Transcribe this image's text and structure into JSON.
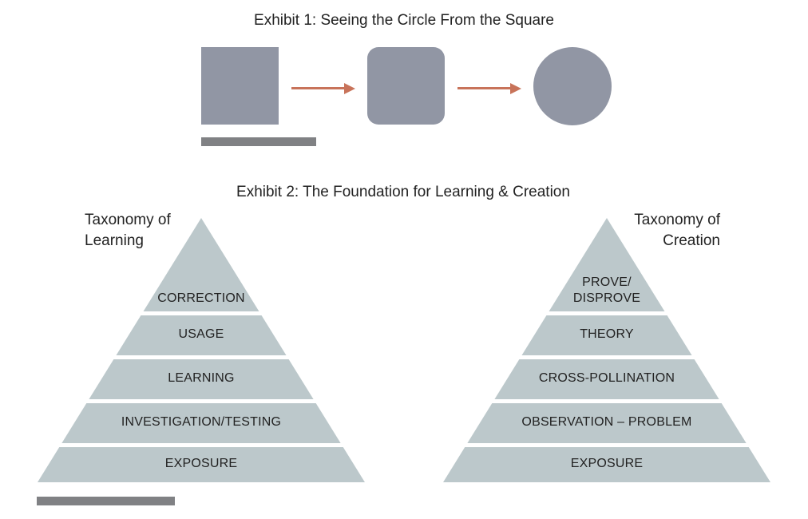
{
  "exhibit1": {
    "title": "Exhibit 1: Seeing the Circle From the Square"
  },
  "exhibit2": {
    "title": "Exhibit 2: The Foundation for Learning & Creation",
    "learning": {
      "title_line1": "Taxonomy of",
      "title_line2": "Learning",
      "tiers": [
        "CORRECTION",
        "USAGE",
        "LEARNING",
        "INVESTIGATION/TESTING",
        "EXPOSURE"
      ]
    },
    "creation": {
      "title_line1": "Taxonomy of",
      "title_line2": "Creation",
      "tiers": [
        "PROVE/\nDISPROVE",
        "THEORY",
        "CROSS-POLLINATION",
        "OBSERVATION – PROBLEM",
        "EXPOSURE"
      ]
    }
  },
  "colors": {
    "shape_fill": "#9196a4",
    "arrow": "#c8735a",
    "bar": "#808184",
    "pyramid_fill": "#bcc8cb"
  }
}
